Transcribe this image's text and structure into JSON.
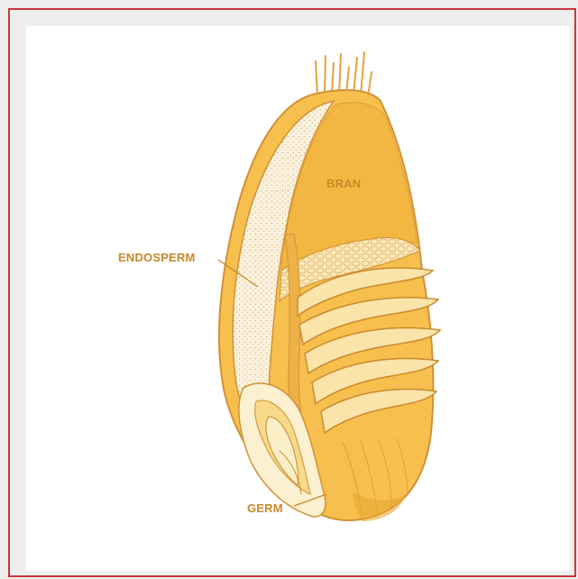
{
  "diagram": {
    "labels": {
      "bran": "BRAN",
      "endosperm": "ENDOSPERM",
      "germ": "GERM"
    },
    "colors": {
      "frame_border": "#c8383c",
      "kernel_fill": "#f7c04e",
      "kernel_dark": "#e8a530",
      "outline": "#d19135",
      "endosperm_fill": "#fbf3df",
      "label_text": "#c9882a"
    }
  }
}
